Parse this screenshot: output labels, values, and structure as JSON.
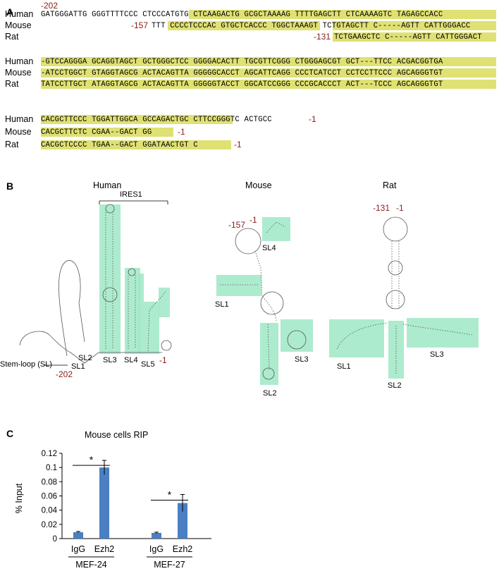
{
  "panelA": {
    "label": "A",
    "blocks": [
      {
        "rows": [
          {
            "species": "Human",
            "seq": "GATGGGATTG GGGTTTTCCC CTCCCATGTG CTCAAGACTG GCGCTAAAAG TTTTGAGCTT CTCAAAAGTC TAGAGCCACC",
            "start": "-202"
          },
          {
            "species": "Mouse",
            "seq": "TTT CCCCTCCCAC GTGCTCACCC TGGCTAAAGT TCTGTAGCTT C-----AGTT CATTGGGACC",
            "start": "-157"
          },
          {
            "species": "Rat",
            "seq": "TCTGAAGCTC C-----AGTT CATTGGGACT",
            "start": "-131"
          }
        ]
      },
      {
        "rows": [
          {
            "species": "Human",
            "seq": "-GTCCAGGGA GCAGGTAGCT GCTGGGCTCC GGGGACACTT TGCGTTCGGG CTGGGAGCGT GCT---TTCC ACGACGGTGA"
          },
          {
            "species": "Mouse",
            "seq": "-ATCCTGGCT GTAGGTAGCG ACTACAGTTA GGGGGCACCT AGCATTCAGG CCCTCATCCT CCTCCTTCCC AGCAGGGTGT"
          },
          {
            "species": "Rat",
            "seq": "TATCCTTGCT ATAGGTAGCG ACTACAGTTA GGGGGTACCT GGCATCCGGG CCCGCACCCT ACT---TCCC AGCAGGGTGT"
          }
        ]
      },
      {
        "rows": [
          {
            "species": "Human",
            "seq": "CACGCTTCCC TGGATTGGCA GCCAGACTGC CTTCCGGGTC ACTGCC",
            "end": "-1"
          },
          {
            "species": "Mouse",
            "seq": "CACGCTTCTC CGAA--GACT GG",
            "end": "-1"
          },
          {
            "species": "Rat",
            "seq": "CACGCTCCCC TGAA--GACT GGATAACTGT C",
            "end": "-1"
          }
        ]
      }
    ]
  },
  "panelB": {
    "label": "B",
    "human": {
      "title": "Human",
      "ires": "IRES1",
      "sl": [
        "SL1",
        "SL2",
        "SL3",
        "SL4",
        "SL5"
      ],
      "stem_loop": "Stem-loop (SL)",
      "start": "-202",
      "end": "-1"
    },
    "mouse": {
      "title": "Mouse",
      "sl": [
        "SL1",
        "SL2",
        "SL3",
        "SL4"
      ],
      "start": "-157",
      "end": "-1"
    },
    "rat": {
      "title": "Rat",
      "sl": [
        "SL1",
        "SL2",
        "SL3"
      ],
      "start": "-131",
      "end": "-1"
    }
  },
  "panelC": {
    "label": "C",
    "chart_data": {
      "type": "bar",
      "title": "Mouse cells RIP",
      "ylabel": "% Input",
      "ylim": [
        0,
        0.12
      ],
      "yticks": [
        "0",
        "0.02",
        "0.04",
        "0.06",
        "0.08",
        "0.1",
        "0.12"
      ],
      "groups": [
        "MEF-24",
        "MEF-27"
      ],
      "categories": [
        "IgG",
        "Ezh2",
        "IgG",
        "Ezh2"
      ],
      "values": [
        0.009,
        0.1,
        0.008,
        0.05
      ],
      "errors": [
        0.001,
        0.01,
        0.001,
        0.012
      ],
      "significance": [
        "*",
        "*"
      ],
      "bar_color": "#4a7fc1"
    }
  }
}
